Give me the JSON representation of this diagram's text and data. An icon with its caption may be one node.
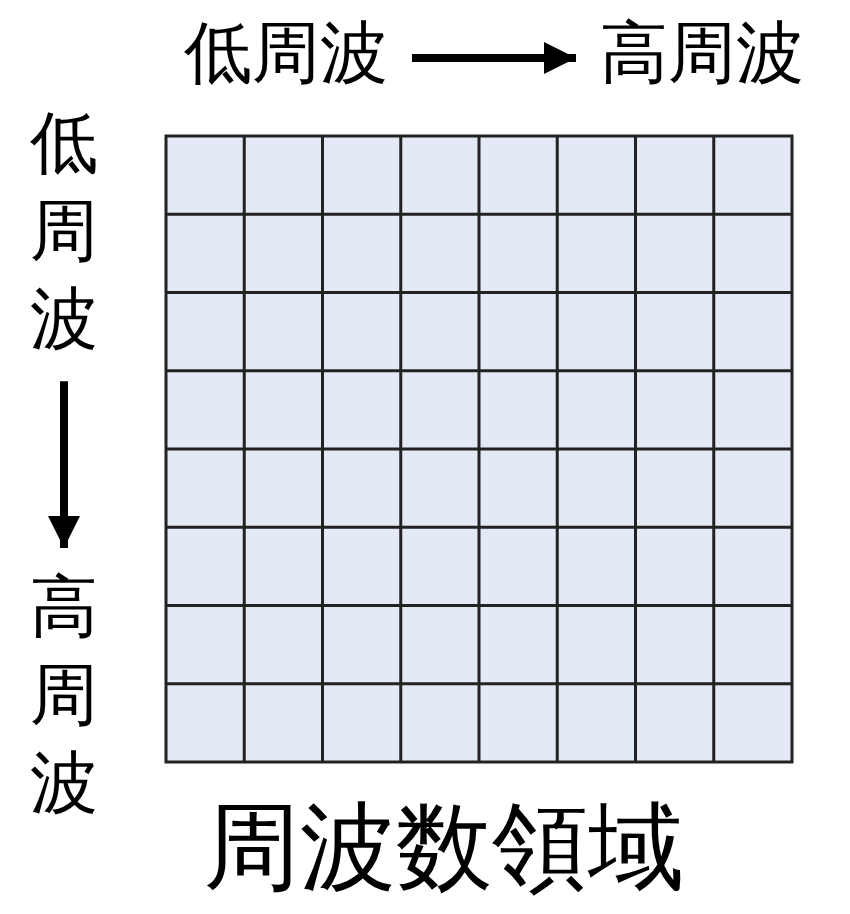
{
  "diagram": {
    "nodes": [
      {
        "text": [
          "低周波"
        ]
      },
      {
        "text": [
          "高周波"
        ]
      },
      {
        "text": [
          "低周波"
        ]
      },
      {
        "text": [
          "高周波"
        ]
      }
    ],
    "edges": [
      {
        "from": 0,
        "to": 1,
        "arrow": "to"
      },
      {
        "from": 2,
        "to": 3,
        "arrow": "to"
      }
    ],
    "labels": [
      "周波数領域"
    ]
  }
}
